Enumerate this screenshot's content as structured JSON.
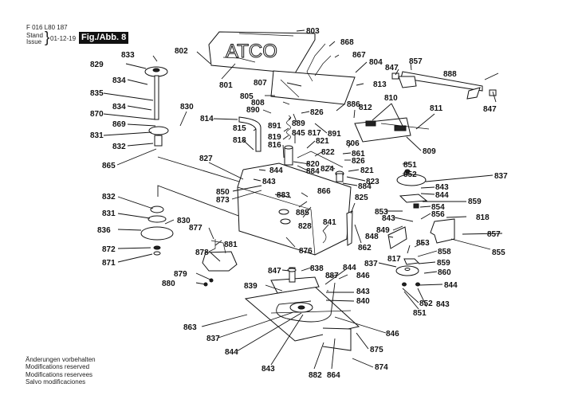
{
  "header": {
    "document_number": "F 016 L80 187",
    "stand_label": "Stand",
    "issue_label": "Issue",
    "date": "01-12-19",
    "figure_label": "Fig./Abb. 8"
  },
  "brand_on_cover": "ATCO",
  "notes": [
    "Änderungen vorbehalten",
    "Modifications reserved",
    "Modifications reservees",
    "Salvo modificaciones"
  ],
  "callouts": [
    {
      "id": "c803",
      "text": "803"
    },
    {
      "id": "c868",
      "text": "868"
    },
    {
      "id": "c802",
      "text": "802"
    },
    {
      "id": "c867",
      "text": "867"
    },
    {
      "id": "c833",
      "text": "833"
    },
    {
      "id": "c804",
      "text": "804"
    },
    {
      "id": "c857a",
      "text": "857"
    },
    {
      "id": "c847a",
      "text": "847"
    },
    {
      "id": "c888",
      "text": "888"
    },
    {
      "id": "c829",
      "text": "829"
    },
    {
      "id": "c807",
      "text": "807"
    },
    {
      "id": "c813",
      "text": "813"
    },
    {
      "id": "c801",
      "text": "801"
    },
    {
      "id": "c834a",
      "text": "834"
    },
    {
      "id": "c810",
      "text": "810"
    },
    {
      "id": "c835",
      "text": "835"
    },
    {
      "id": "c805",
      "text": "805"
    },
    {
      "id": "c847b",
      "text": "847"
    },
    {
      "id": "c808",
      "text": "808"
    },
    {
      "id": "c886",
      "text": "886"
    },
    {
      "id": "c812",
      "text": "812"
    },
    {
      "id": "c834b",
      "text": "834"
    },
    {
      "id": "c830a",
      "text": "830"
    },
    {
      "id": "c811",
      "text": "811"
    },
    {
      "id": "c890",
      "text": "890"
    },
    {
      "id": "c826a",
      "text": "826"
    },
    {
      "id": "c870",
      "text": "870"
    },
    {
      "id": "c814",
      "text": "814"
    },
    {
      "id": "c891a",
      "text": "891"
    },
    {
      "id": "c889",
      "text": "889"
    },
    {
      "id": "c869",
      "text": "869"
    },
    {
      "id": "c845",
      "text": "845"
    },
    {
      "id": "c891b",
      "text": "891"
    },
    {
      "id": "c819",
      "text": "819"
    },
    {
      "id": "c815",
      "text": "815"
    },
    {
      "id": "c817a",
      "text": "817"
    },
    {
      "id": "c831a",
      "text": "831"
    },
    {
      "id": "c816",
      "text": "816"
    },
    {
      "id": "c821a",
      "text": "821"
    },
    {
      "id": "c809",
      "text": "809"
    },
    {
      "id": "c806",
      "text": "806"
    },
    {
      "id": "c832a",
      "text": "832"
    },
    {
      "id": "c818a",
      "text": "818"
    },
    {
      "id": "c822",
      "text": "822"
    },
    {
      "id": "c861",
      "text": "861"
    },
    {
      "id": "c865",
      "text": "865"
    },
    {
      "id": "c826b",
      "text": "826"
    },
    {
      "id": "c851a",
      "text": "851"
    },
    {
      "id": "c827",
      "text": "827"
    },
    {
      "id": "c820",
      "text": "820"
    },
    {
      "id": "c824",
      "text": "824"
    },
    {
      "id": "c821b",
      "text": "821"
    },
    {
      "id": "c852a",
      "text": "852"
    },
    {
      "id": "c844a",
      "text": "844"
    },
    {
      "id": "c884a",
      "text": "884"
    },
    {
      "id": "c837a",
      "text": "837"
    },
    {
      "id": "c823",
      "text": "823"
    },
    {
      "id": "c843a",
      "text": "843"
    },
    {
      "id": "c884b",
      "text": "884"
    },
    {
      "id": "c843b",
      "text": "843"
    },
    {
      "id": "c850",
      "text": "850"
    },
    {
      "id": "c844b",
      "text": "844"
    },
    {
      "id": "c873",
      "text": "873"
    },
    {
      "id": "c866",
      "text": "866"
    },
    {
      "id": "c832b",
      "text": "832"
    },
    {
      "id": "c883",
      "text": "883"
    },
    {
      "id": "c825",
      "text": "825"
    },
    {
      "id": "c859a",
      "text": "859"
    },
    {
      "id": "c885",
      "text": "885"
    },
    {
      "id": "c854",
      "text": "854"
    },
    {
      "id": "c853a",
      "text": "853"
    },
    {
      "id": "c831b",
      "text": "831"
    },
    {
      "id": "c856",
      "text": "856"
    },
    {
      "id": "c843c",
      "text": "843"
    },
    {
      "id": "c818b",
      "text": "818"
    },
    {
      "id": "c830b",
      "text": "830"
    },
    {
      "id": "c841",
      "text": "841"
    },
    {
      "id": "c828",
      "text": "828"
    },
    {
      "id": "c877",
      "text": "877"
    },
    {
      "id": "c849",
      "text": "849"
    },
    {
      "id": "c836",
      "text": "836"
    },
    {
      "id": "c857b",
      "text": "857"
    },
    {
      "id": "c848",
      "text": "848"
    },
    {
      "id": "c881",
      "text": "881"
    },
    {
      "id": "c853b",
      "text": "853"
    },
    {
      "id": "c862",
      "text": "862"
    },
    {
      "id": "c872",
      "text": "872"
    },
    {
      "id": "c876",
      "text": "876"
    },
    {
      "id": "c858",
      "text": "858"
    },
    {
      "id": "c855",
      "text": "855"
    },
    {
      "id": "c878",
      "text": "878"
    },
    {
      "id": "c817b",
      "text": "817"
    },
    {
      "id": "c871",
      "text": "871"
    },
    {
      "id": "c837b",
      "text": "837"
    },
    {
      "id": "c844c",
      "text": "844"
    },
    {
      "id": "c859b",
      "text": "859"
    },
    {
      "id": "c838",
      "text": "838"
    },
    {
      "id": "c847c",
      "text": "847"
    },
    {
      "id": "c887",
      "text": "887"
    },
    {
      "id": "c846a",
      "text": "846"
    },
    {
      "id": "c860",
      "text": "860"
    },
    {
      "id": "c879",
      "text": "879"
    },
    {
      "id": "c843d",
      "text": "843"
    },
    {
      "id": "c880",
      "text": "880"
    },
    {
      "id": "c839",
      "text": "839"
    },
    {
      "id": "c840",
      "text": "840"
    },
    {
      "id": "c844d",
      "text": "844"
    },
    {
      "id": "c852b",
      "text": "852"
    },
    {
      "id": "c843e",
      "text": "843"
    },
    {
      "id": "c851b",
      "text": "851"
    },
    {
      "id": "c863",
      "text": "863"
    },
    {
      "id": "c846b",
      "text": "846"
    },
    {
      "id": "c837c",
      "text": "837"
    },
    {
      "id": "c875",
      "text": "875"
    },
    {
      "id": "c844e",
      "text": "844"
    },
    {
      "id": "c843f",
      "text": "843"
    },
    {
      "id": "c874",
      "text": "874"
    },
    {
      "id": "c882",
      "text": "882"
    },
    {
      "id": "c864",
      "text": "864"
    }
  ]
}
